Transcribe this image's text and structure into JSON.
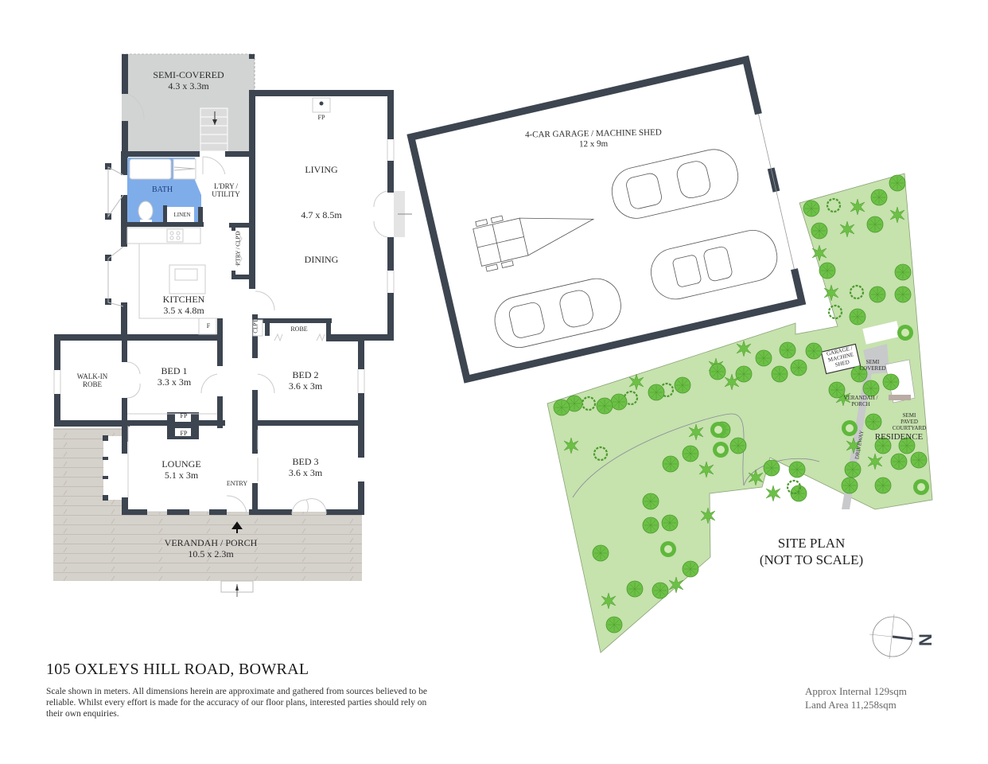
{
  "property": {
    "title": "105 OXLEYS HILL ROAD, BOWRAL",
    "disclaimer": "Scale shown in meters. All dimensions herein are approximate and gathered from sources believed to be  reliable. Whilst every effort is made for the accuracy of our floor plans, interested parties should rely on their own enquiries.",
    "approx_internal": "Approx Internal 129sqm",
    "land_area": "Land Area 11,258sqm"
  },
  "colors": {
    "wall": "#3c4550",
    "semi_covered": "#d2d3d3",
    "bath": "#7fadea",
    "verandah": "#d5d1cb",
    "lawn": "#c6e2ad",
    "tree": "#6cc046",
    "driveway": "#c8c9cb"
  },
  "floor_plan": {
    "rooms": [
      {
        "id": "semi-covered",
        "name": "SEMI-COVERED",
        "size": "4.3 x 3.3m"
      },
      {
        "id": "living",
        "name": "LIVING",
        "size": "4.7 x 8.5m",
        "sub": "DINING"
      },
      {
        "id": "bath",
        "name": "BATH"
      },
      {
        "id": "laundry",
        "name": "L'DRY /",
        "name2": "UTILITY"
      },
      {
        "id": "linen",
        "name": "LINEN"
      },
      {
        "id": "pantry",
        "name": "P'TRY / CLP'D"
      },
      {
        "id": "kitchen",
        "name": "KITCHEN",
        "size": "3.5 x 4.8m"
      },
      {
        "id": "fridge",
        "name": "F"
      },
      {
        "id": "cupboard",
        "name": "CLP'D"
      },
      {
        "id": "robe",
        "name": "ROBE"
      },
      {
        "id": "walk-in-robe",
        "name": "WALK-IN",
        "name2": "ROBE"
      },
      {
        "id": "bed1",
        "name": "BED 1",
        "size": "3.3 x 3m"
      },
      {
        "id": "bed2",
        "name": "BED 2",
        "size": "3.6 x 3m"
      },
      {
        "id": "lounge",
        "name": "LOUNGE",
        "size": "5.1 x 3m"
      },
      {
        "id": "bed3",
        "name": "BED 3",
        "size": "3.6 x 3m"
      },
      {
        "id": "entry",
        "name": "ENTRY"
      },
      {
        "id": "verandah",
        "name": "VERANDAH / PORCH",
        "size": "10.5 x 2.3m"
      }
    ],
    "fireplace_label": "FP"
  },
  "garage": {
    "name": "4-CAR GARAGE / MACHINE SHED",
    "size": "12 x 9m"
  },
  "site_plan": {
    "title": "SITE PLAN",
    "subtitle": "(NOT TO SCALE)",
    "labels": {
      "garage": [
        "GARAGE /",
        "MACHINE",
        "SHED"
      ],
      "semi_covered": [
        "SEMI",
        "COVERED"
      ],
      "verandah": [
        "VERANDAH /",
        "PORCH"
      ],
      "courtyard": [
        "SEMI",
        "PAVED",
        "COURTYARD"
      ],
      "residence": "RESIDENCE",
      "driveway": "DRIVEWAY"
    },
    "north_label": "N"
  }
}
